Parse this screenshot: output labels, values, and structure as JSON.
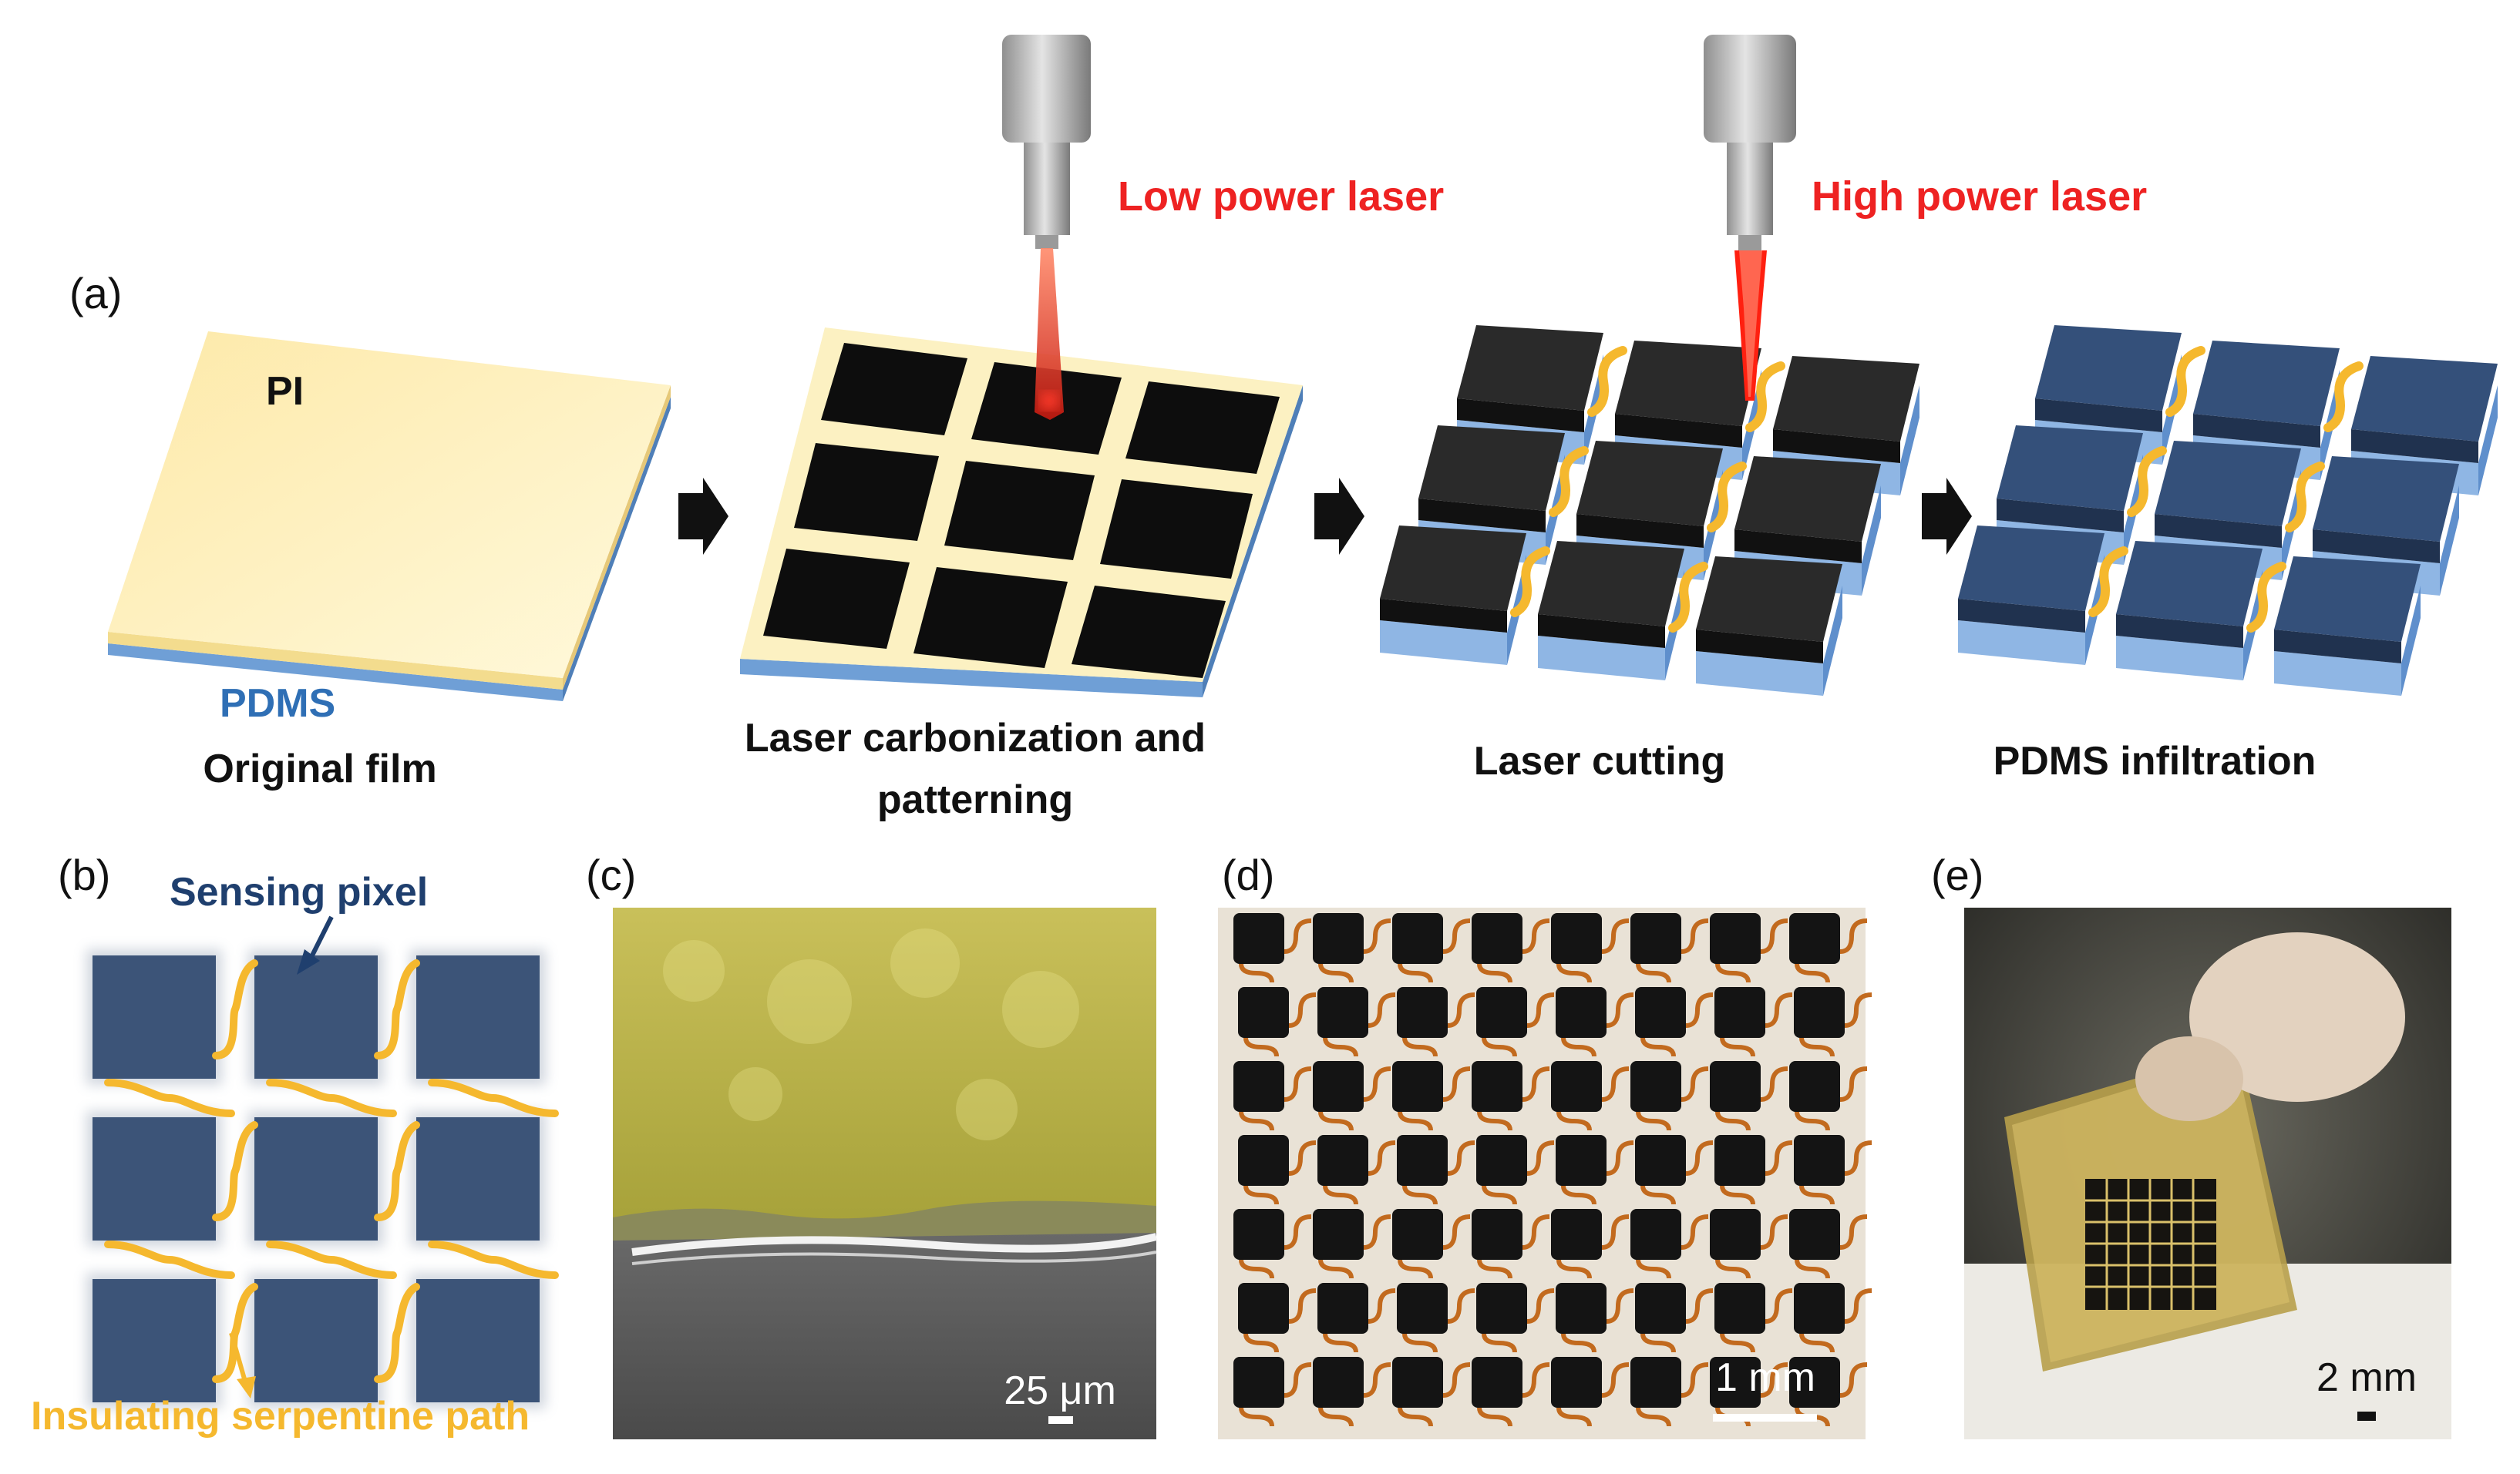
{
  "panel_labels": {
    "a": "(a)",
    "b": "(b)",
    "c": "(c)",
    "d": "(d)",
    "e": "(e)"
  },
  "panel_a": {
    "low_power_laser": "Low power laser",
    "high_power_laser": "High power laser",
    "pi_label": "PI",
    "pdms_label": "PDMS",
    "step1": "Original film",
    "step2_line1": "Laser carbonization and",
    "step2_line2": "patterning",
    "step3": "Laser cutting",
    "step4": "PDMS infiltration"
  },
  "panel_b": {
    "sensing_pixel": "Sensing pixel",
    "serpentine": "Insulating serpentine path"
  },
  "scale_bars": {
    "c": "25 μm",
    "d": "1 mm",
    "e": "2 mm"
  },
  "colors": {
    "laser_red": "#ee2222",
    "pdms_blue": "#2f6fb5",
    "pixel_navy": "#3c5478",
    "serpentine_yellow": "#f5b82e",
    "film_yellow": "#fdf3b5"
  }
}
